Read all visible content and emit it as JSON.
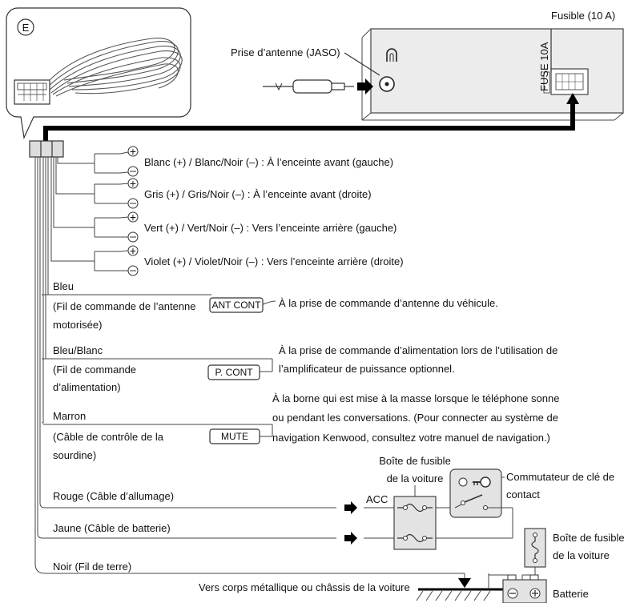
{
  "harness_label": "E",
  "head_unit": {
    "antenna_label": "Prise d’antenne (JASO)",
    "fuse_label": "Fusible (10 A)",
    "fuse_small_text": "FUSE 10A"
  },
  "speakers": [
    {
      "text": "Blanc (+) / Blanc/Noir (–) : À l’enceinte avant (gauche)"
    },
    {
      "text": "Gris (+) / Gris/Noir (–) : À l’enceinte avant (droite)"
    },
    {
      "text": "Vert (+) / Vert/Noir (–) : Vers l’enceinte arrière (gauche)"
    },
    {
      "text": "Violet (+) / Violet/Noir (–) : Vers l’enceinte arrière (droite)"
    }
  ],
  "wires": {
    "blue": {
      "name": "Bleu",
      "desc": [
        "(Fil de commande de l’antenne",
        "motorisée)"
      ],
      "tag": "ANT CONT",
      "dest": [
        "À la prise de commande d’antenne du véhicule."
      ]
    },
    "blue_white": {
      "name": "Bleu/Blanc",
      "desc": [
        "(Fil de commande",
        "d’alimentation)"
      ],
      "tag": "P. CONT",
      "dest": [
        "À la prise de commande d’alimentation lors de l’utilisation de",
        "l’amplificateur de puissance optionnel."
      ]
    },
    "brown": {
      "name": "Marron",
      "desc": [
        "(Câble de contrôle de la",
        "sourdine)"
      ],
      "tag": "MUTE",
      "dest": [
        "À la borne qui est mise à la masse lorsque le téléphone sonne",
        "ou pendant les conversations. (Pour connecter au système de",
        "navigation Kenwood, consultez votre manuel de navigation.)"
      ]
    },
    "red": {
      "name": "Rouge (Câble d’allumage)"
    },
    "yellow": {
      "name": "Jaune (Câble de batterie)"
    },
    "black": {
      "name": "Noir (Fil de terre)"
    }
  },
  "vehicle": {
    "fuse_box_top": [
      "Boîte de fusible",
      "de la voiture"
    ],
    "acc_label": "ACC",
    "ignition_switch": [
      "Commutateur de clé de",
      "contact"
    ],
    "fuse_box_right": [
      "Boîte de fusible",
      "de la voiture"
    ],
    "ground_text": "Vers corps métallique ou châssis de la voiture",
    "battery_label": "Batterie"
  }
}
